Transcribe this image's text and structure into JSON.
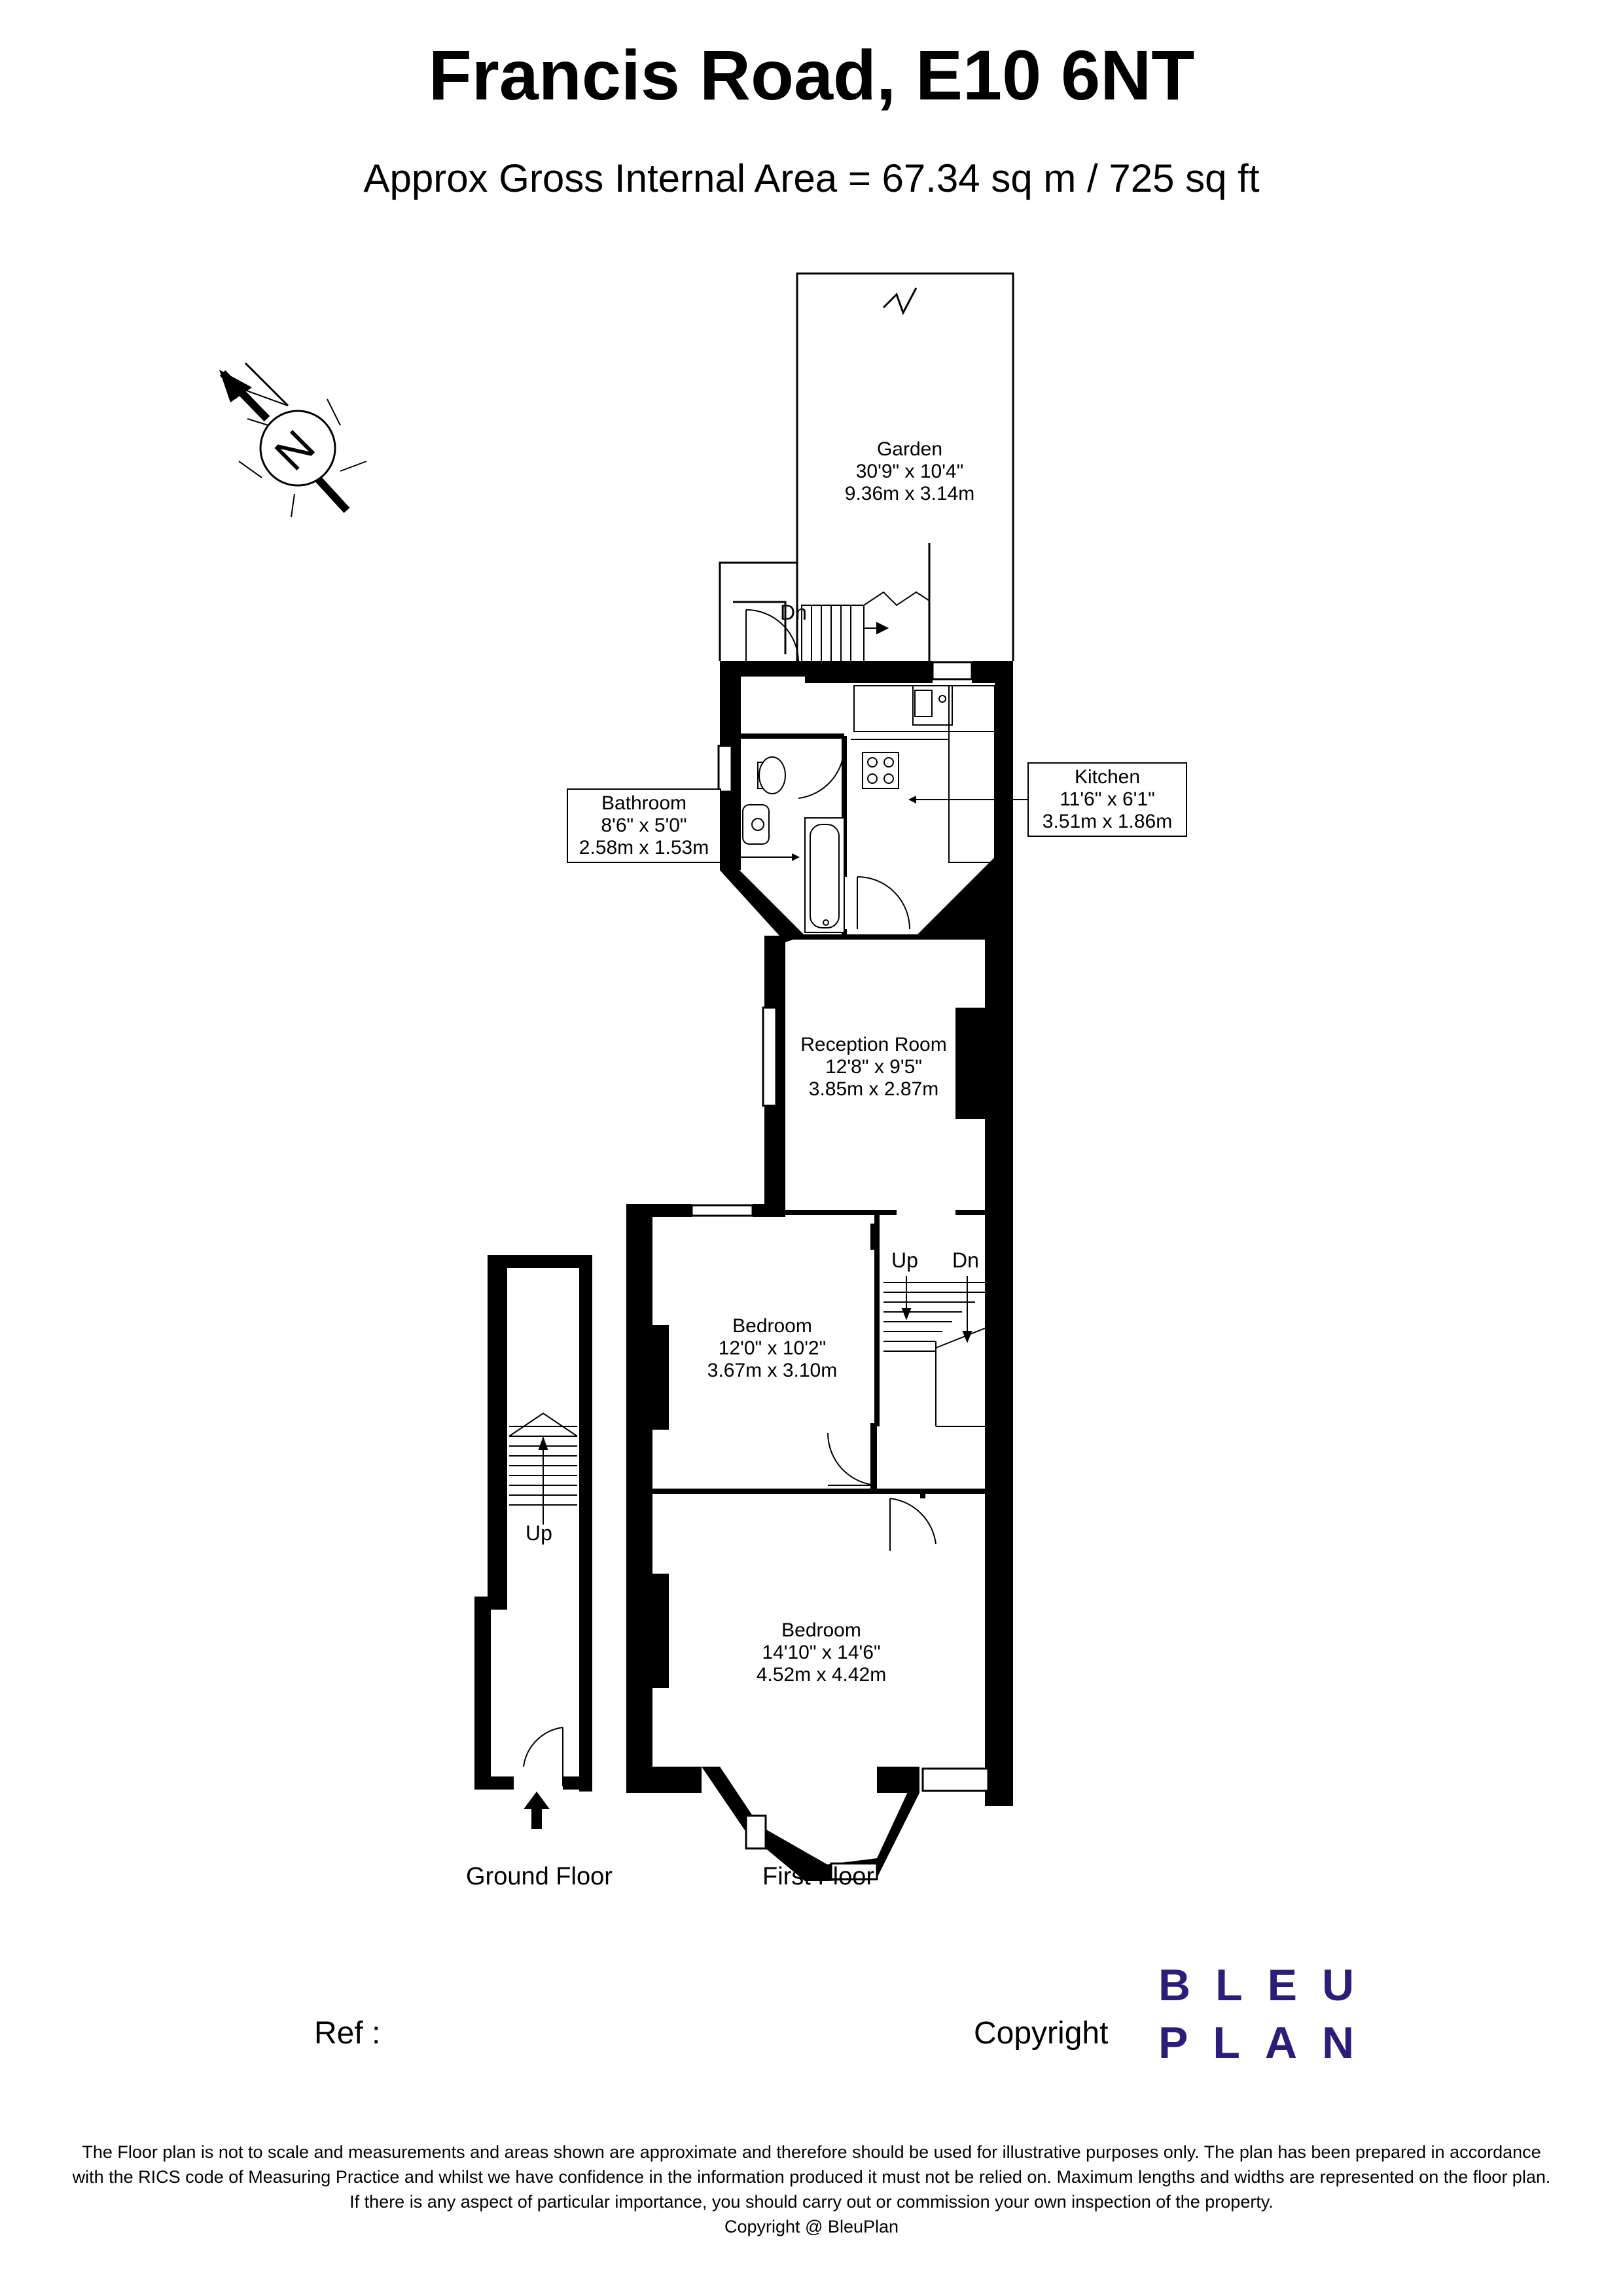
{
  "header": {
    "title": "Francis Road, E10 6NT",
    "subtitle": "Approx Gross Internal Area = 67.34 sq m / 725 sq ft"
  },
  "compass": {
    "letter": "N",
    "icon": "north-arrow-icon"
  },
  "rooms": {
    "garden": {
      "name": "Garden",
      "imperial": "30'9\" x 10'4\"",
      "metric": "9.36m x 3.14m"
    },
    "kitchen": {
      "name": "Kitchen",
      "imperial": "11'6\" x 6'1\"",
      "metric": "3.51m x 1.86m"
    },
    "bathroom": {
      "name": "Bathroom",
      "imperial": "8'6\" x 5'0\"",
      "metric": "2.58m x 1.53m"
    },
    "reception": {
      "name": "Reception Room",
      "imperial": "12'8\" x 9'5\"",
      "metric": "3.85m x 2.87m"
    },
    "bedroom1": {
      "name": "Bedroom",
      "imperial": "12'0\" x 10'2\"",
      "metric": "3.67m x 3.10m"
    },
    "bedroom2": {
      "name": "Bedroom",
      "imperial": "14'10\" x 14'6\"",
      "metric": "4.52m x 4.42m"
    }
  },
  "stairs": {
    "garden_dn": "Dn",
    "landing_up": "Up",
    "landing_dn": "Dn",
    "ground_up": "Up"
  },
  "floors": {
    "ground": "Ground Floor",
    "first": "First Floor"
  },
  "footer": {
    "ref_label": "Ref  :",
    "copyright_label": "Copyright",
    "logo_line1": "BLEU",
    "logo_line2": "PLAN",
    "disclaimer": [
      "The Floor plan is not to scale and measurements and areas shown are approximate and therefore should be used for illustrative purposes only. The plan has been prepared in accordance",
      "with the RICS code of Measuring Practice and whilst we have confidence in the information produced it must not be relied on. Maximum lengths and widths are represented on the floor plan.",
      "If there is any aspect of particular importance, you should carry out or commission your own inspection of the property.",
      "Copyright @ BleuPlan"
    ]
  },
  "colors": {
    "wall": "#000000",
    "brand": "#2b1e7a",
    "background": "#ffffff"
  }
}
